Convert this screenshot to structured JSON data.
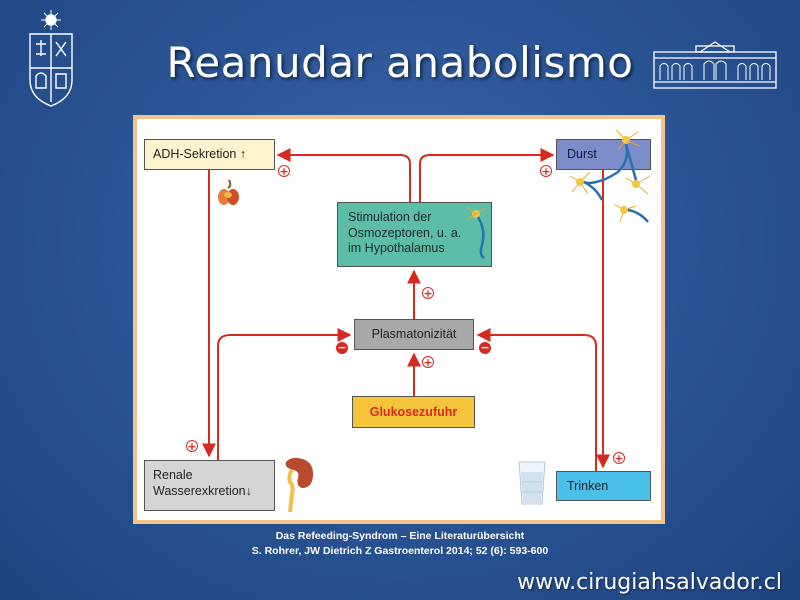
{
  "slide": {
    "title": "Reanudar anabolismo",
    "website": "www.cirugiahsalvador.cl"
  },
  "diagram": {
    "nodes": {
      "adh": "ADH-Sekretion",
      "durst": "Durst",
      "osmo_line1": "Stimulation der",
      "osmo_line2": "Osmozeptoren, u. a.",
      "osmo_line3": "im Hypothalamus",
      "plasma": "Plasmatonizität",
      "gluko": "Glukosezufuhr",
      "renale_line1": "Renale",
      "renale_line2": "Wasserexkretion",
      "trinken": "Trinken"
    },
    "signs": {
      "plus": "+",
      "minus": "−"
    },
    "colors": {
      "arrow": "#d62a20",
      "frame": "#f0c48a",
      "adh_box": "#fdf3ce",
      "durst_box": "#7b8cc9",
      "osmo_box": "#5cbea6",
      "plasma_box": "#a9a9a9",
      "gluko_box": "#f4c53a",
      "renale_box": "#d5d5d5",
      "trinken_box": "#49c0e8"
    }
  },
  "citation": {
    "line1": "Das Refeeding-Syndrom – Eine Literaturübersicht",
    "line2": "S. Rohrer, JW Dietrich Z Gastroenterol 2014; 52 (6): 593-600"
  },
  "icons": [
    "university-seal-icon",
    "university-building-icon",
    "thyroid-gland-icon",
    "neuron-icon",
    "kidney-icon",
    "water-glass-icon"
  ]
}
